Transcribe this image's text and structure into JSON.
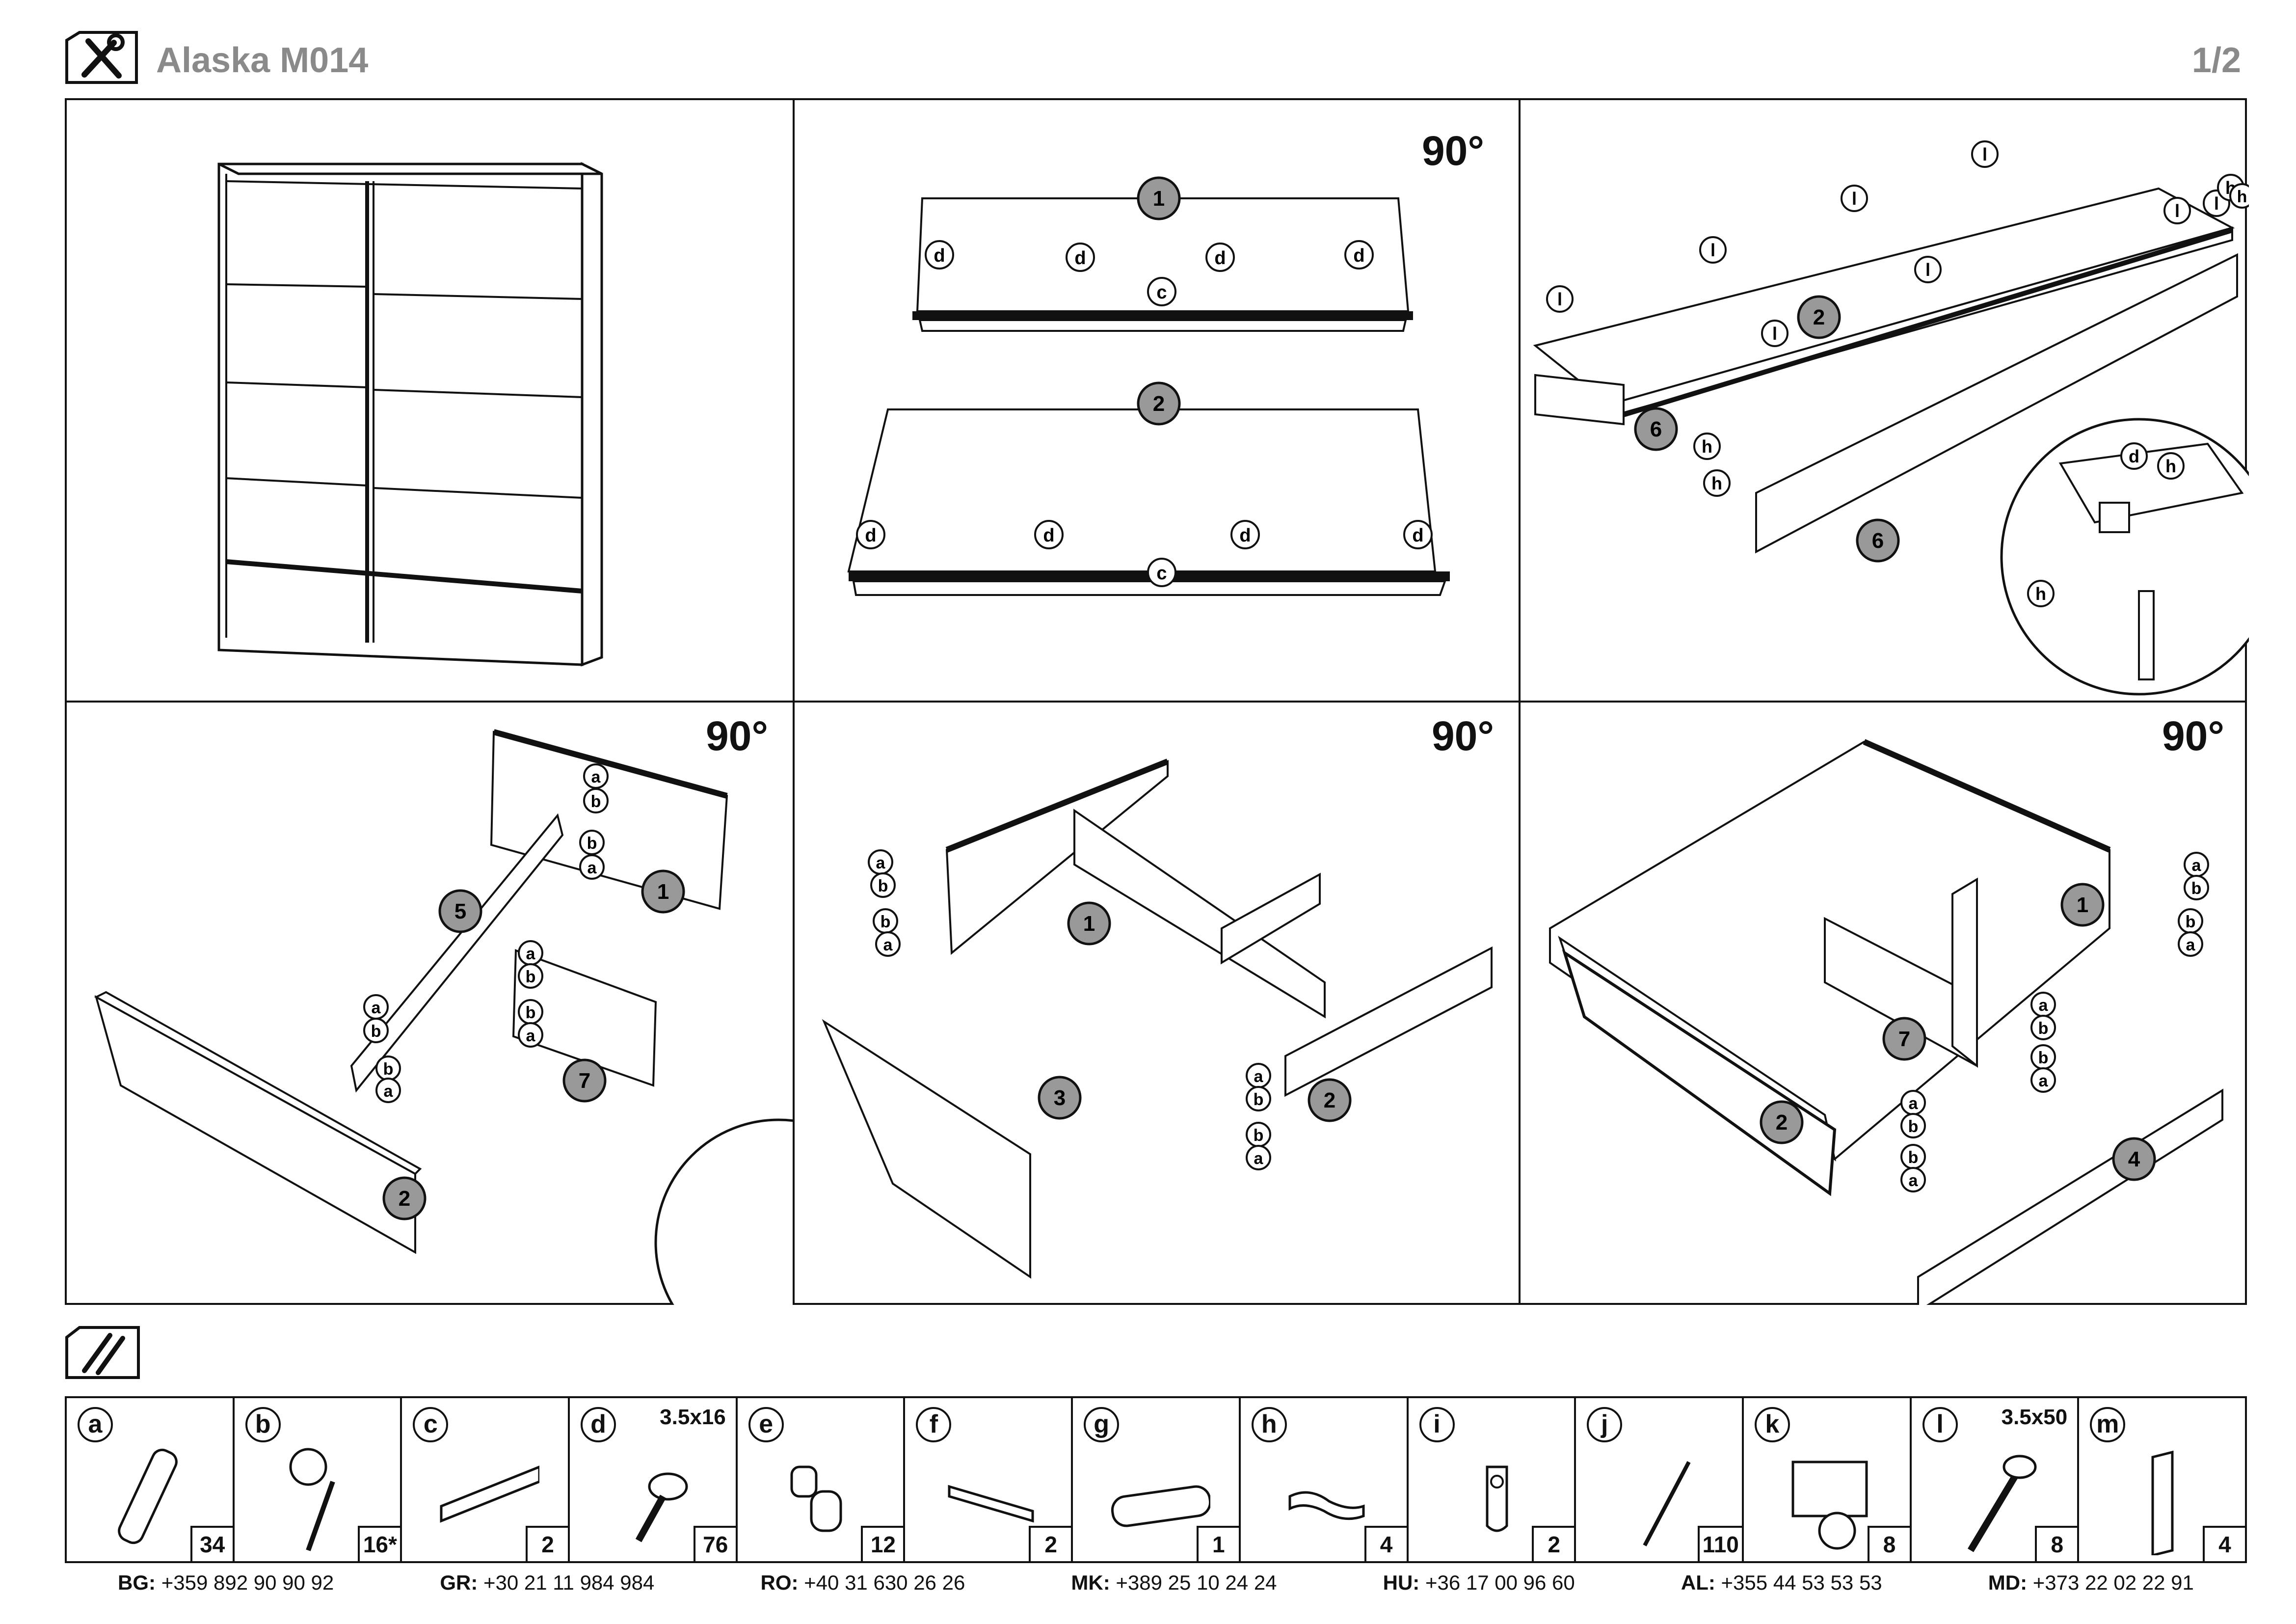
{
  "header": {
    "title": "Alaska M014",
    "page": "1/2",
    "tool_icon": "tools-icon"
  },
  "steps": [
    {
      "id": "step-1",
      "rotation": ""
    },
    {
      "id": "step-2",
      "rotation": "90°",
      "parts": [
        "1",
        "2"
      ],
      "hardware": [
        "c",
        "d"
      ]
    },
    {
      "id": "step-3",
      "rotation": "",
      "parts": [
        "2",
        "6"
      ],
      "hardware": [
        "l",
        "h",
        "d"
      ]
    },
    {
      "id": "step-4",
      "rotation": "90°",
      "parts": [
        "1",
        "2",
        "5",
        "7"
      ],
      "hardware": [
        "a",
        "b"
      ]
    },
    {
      "id": "step-5",
      "rotation": "90°",
      "parts": [
        "1",
        "2",
        "3"
      ],
      "hardware": [
        "a",
        "b"
      ]
    },
    {
      "id": "step-6",
      "rotation": "90°",
      "parts": [
        "1",
        "2",
        "4",
        "7"
      ],
      "hardware": [
        "a",
        "b"
      ]
    }
  ],
  "hardware_icon": "hardware-icon",
  "parts": [
    {
      "letter": "a",
      "spec": "",
      "qty": "34",
      "icon": "dowel-icon"
    },
    {
      "letter": "b",
      "spec": "",
      "qty": "16*",
      "icon": "cam-lock-icon"
    },
    {
      "letter": "c",
      "spec": "",
      "qty": "2",
      "icon": "rail-icon"
    },
    {
      "letter": "d",
      "spec": "3.5x16",
      "qty": "76",
      "icon": "screw-icon"
    },
    {
      "letter": "e",
      "spec": "",
      "qty": "12",
      "icon": "shelf-pin-icon"
    },
    {
      "letter": "f",
      "spec": "",
      "qty": "2",
      "icon": "profile-icon"
    },
    {
      "letter": "g",
      "spec": "",
      "qty": "1",
      "icon": "rod-icon"
    },
    {
      "letter": "h",
      "spec": "",
      "qty": "4",
      "icon": "guide-icon"
    },
    {
      "letter": "i",
      "spec": "",
      "qty": "2",
      "icon": "rod-holder-icon"
    },
    {
      "letter": "j",
      "spec": "",
      "qty": "110",
      "icon": "nail-icon"
    },
    {
      "letter": "k",
      "spec": "",
      "qty": "8",
      "icon": "roller-icon"
    },
    {
      "letter": "l",
      "spec": "3.5x50",
      "qty": "8",
      "icon": "long-screw-icon"
    },
    {
      "letter": "m",
      "spec": "",
      "qty": "4",
      "icon": "handle-profile-icon"
    }
  ],
  "contacts": [
    {
      "code": "BG:",
      "phone": "+359 892 90 90 92"
    },
    {
      "code": "GR:",
      "phone": "+30 21 11 984 984"
    },
    {
      "code": "RO:",
      "phone": "+40 31 630 26 26"
    },
    {
      "code": "MK:",
      "phone": "+389 25 10 24 24"
    },
    {
      "code": "HU:",
      "phone": "+36 17 00 96 60"
    },
    {
      "code": "AL:",
      "phone": "+355 44 53 53 53"
    },
    {
      "code": "MD:",
      "phone": "+373 22 02 22 91"
    }
  ]
}
